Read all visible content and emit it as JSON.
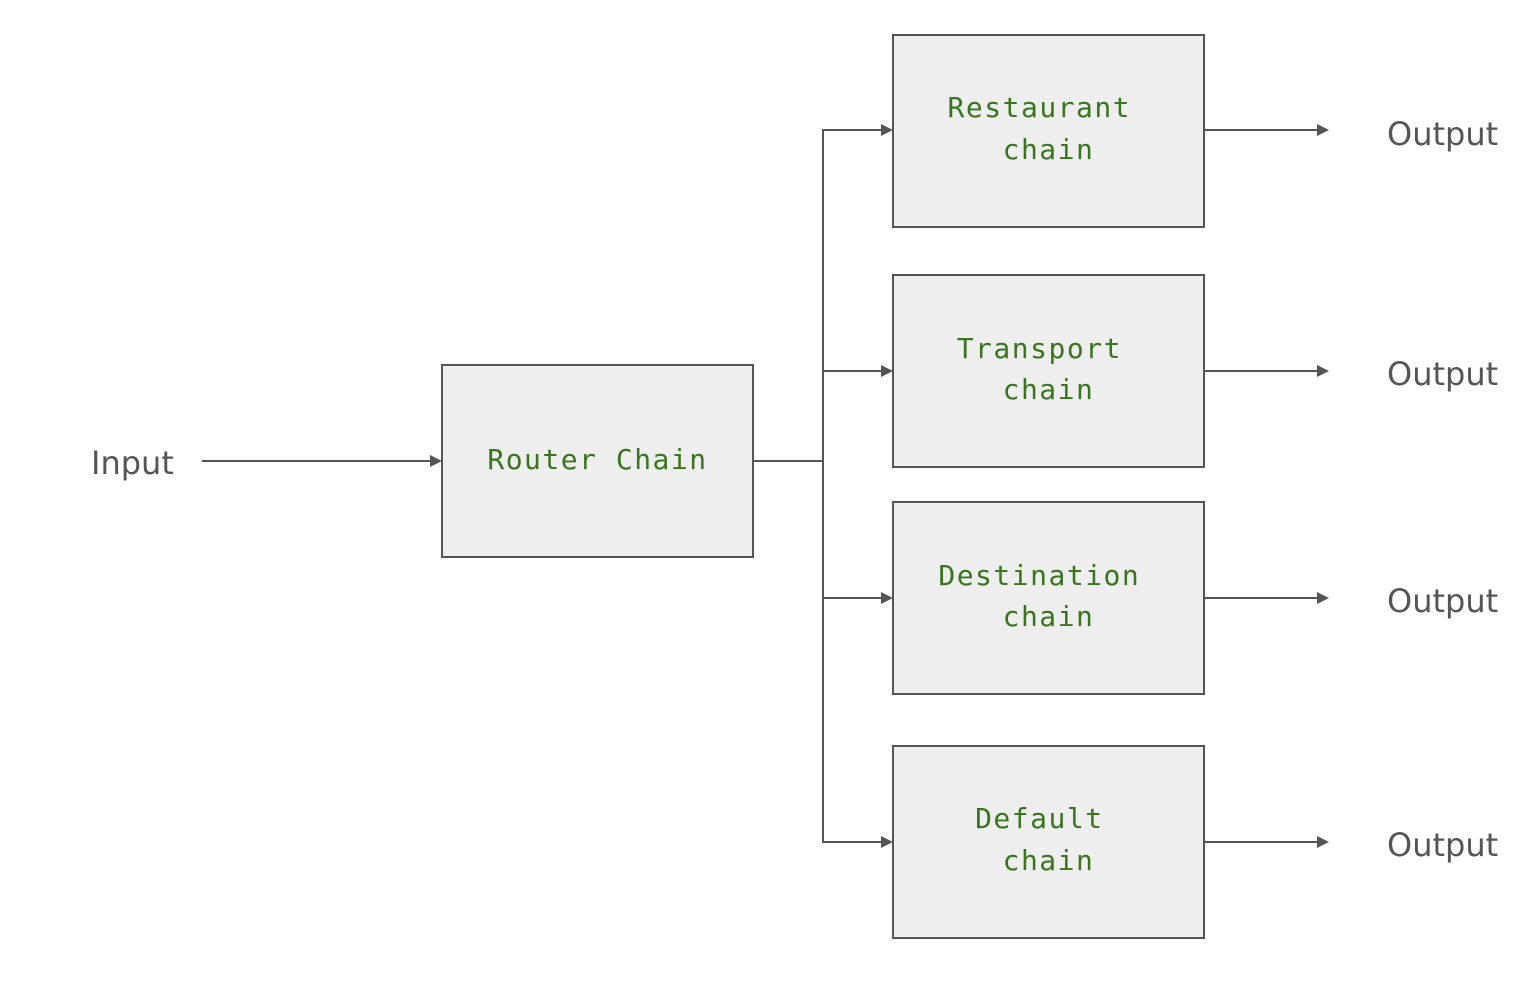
{
  "colors": {
    "box_fill": "#eeeeee",
    "stroke": "#555555",
    "box_text": "#38761d",
    "io_text": "#555555"
  },
  "input": {
    "label": "Input"
  },
  "router": {
    "label": "Router Chain"
  },
  "chains": [
    {
      "line1": "Restaurant",
      "line2": "chain",
      "output": "Output"
    },
    {
      "line1": "Transport",
      "line2": "chain",
      "output": "Output"
    },
    {
      "line1": "Destination",
      "line2": "chain",
      "output": "Output"
    },
    {
      "line1": "Default",
      "line2": "chain",
      "output": "Output"
    }
  ]
}
